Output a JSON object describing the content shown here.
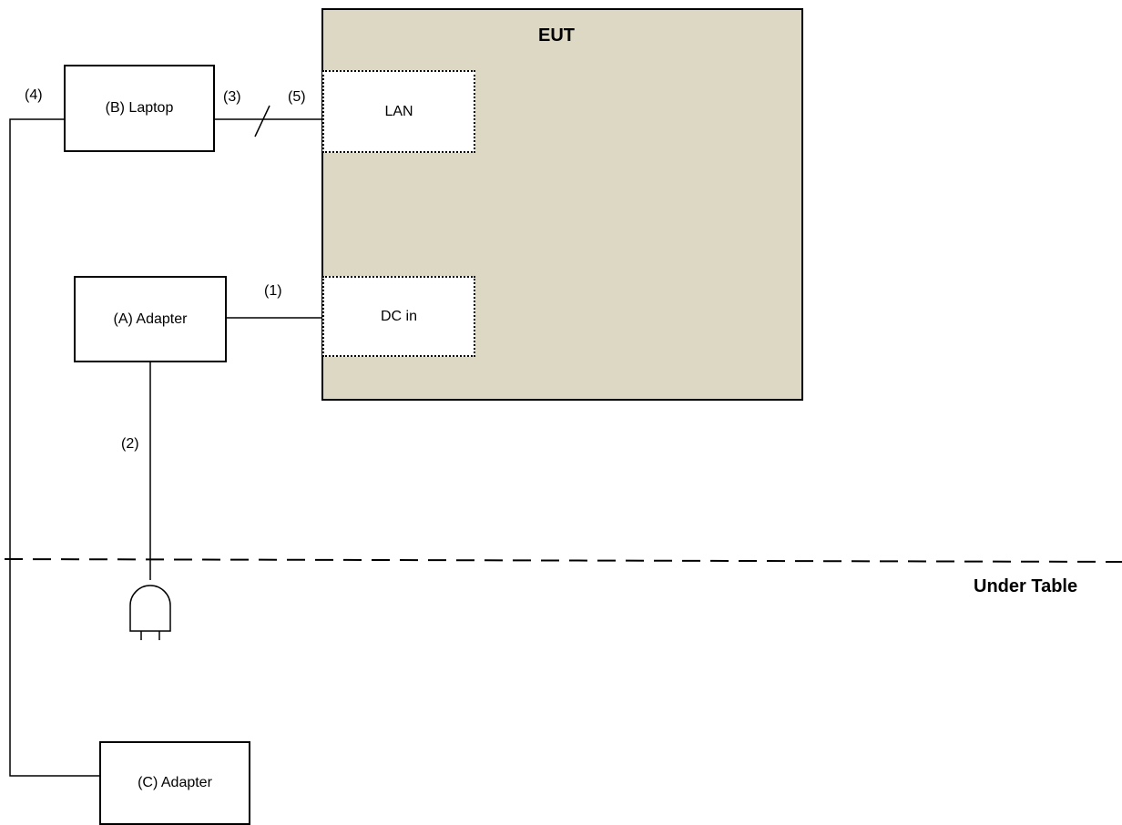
{
  "colors": {
    "eut_fill": "#dcd8c4",
    "line": "#000000"
  },
  "eut": {
    "title": "EUT"
  },
  "ports": {
    "lan": "LAN",
    "dc_in": "DC in"
  },
  "devices": {
    "laptop": "(B) Laptop",
    "adapter_a": "(A) Adapter",
    "adapter_c": "(C) Adapter"
  },
  "cables": {
    "c1": "(1)",
    "c2": "(2)",
    "c3": "(3)",
    "c4": "(4)",
    "c5": "(5)"
  },
  "table_label": "Under Table",
  "icons": {
    "plug": "power-plug-icon"
  }
}
